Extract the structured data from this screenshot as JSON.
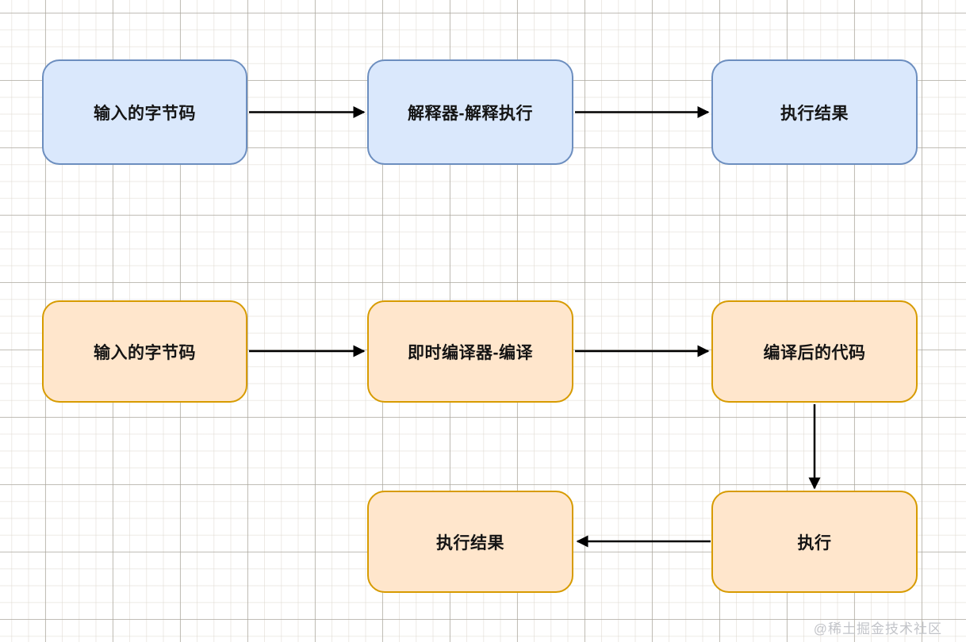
{
  "watermark": {
    "text": "@稀土掘金技术社区"
  },
  "colors": {
    "blue_fill": "#dae8fc",
    "blue_stroke": "#6c8ebf",
    "orange_fill": "#ffe6cc",
    "orange_stroke": "#d79b00",
    "arrow": "#000000",
    "node_text": "#141414",
    "watermark_text": "#c2c4c9"
  },
  "diagram": {
    "type": "flowchart",
    "flows": [
      {
        "name": "interpreter-flow",
        "color_theme": "blue"
      },
      {
        "name": "jit-compiler-flow",
        "color_theme": "orange"
      }
    ],
    "nodes": {
      "interp_input": {
        "label": "输入的字节码",
        "theme": "blue"
      },
      "interpreter": {
        "label": "解释器-解释执行",
        "theme": "blue"
      },
      "interp_result": {
        "label": "执行结果",
        "theme": "blue"
      },
      "jit_input": {
        "label": "输入的字节码",
        "theme": "orange"
      },
      "jit_compiler": {
        "label": "即时编译器-编译",
        "theme": "orange"
      },
      "compiled_code": {
        "label": "编译后的代码",
        "theme": "orange"
      },
      "execute": {
        "label": "执行",
        "theme": "orange"
      },
      "jit_result": {
        "label": "执行结果",
        "theme": "orange"
      }
    },
    "edges": [
      {
        "from": "interp_input",
        "to": "interpreter",
        "direction": "right"
      },
      {
        "from": "interpreter",
        "to": "interp_result",
        "direction": "right"
      },
      {
        "from": "jit_input",
        "to": "jit_compiler",
        "direction": "right"
      },
      {
        "from": "jit_compiler",
        "to": "compiled_code",
        "direction": "right"
      },
      {
        "from": "compiled_code",
        "to": "execute",
        "direction": "down"
      },
      {
        "from": "execute",
        "to": "jit_result",
        "direction": "left"
      }
    ]
  }
}
